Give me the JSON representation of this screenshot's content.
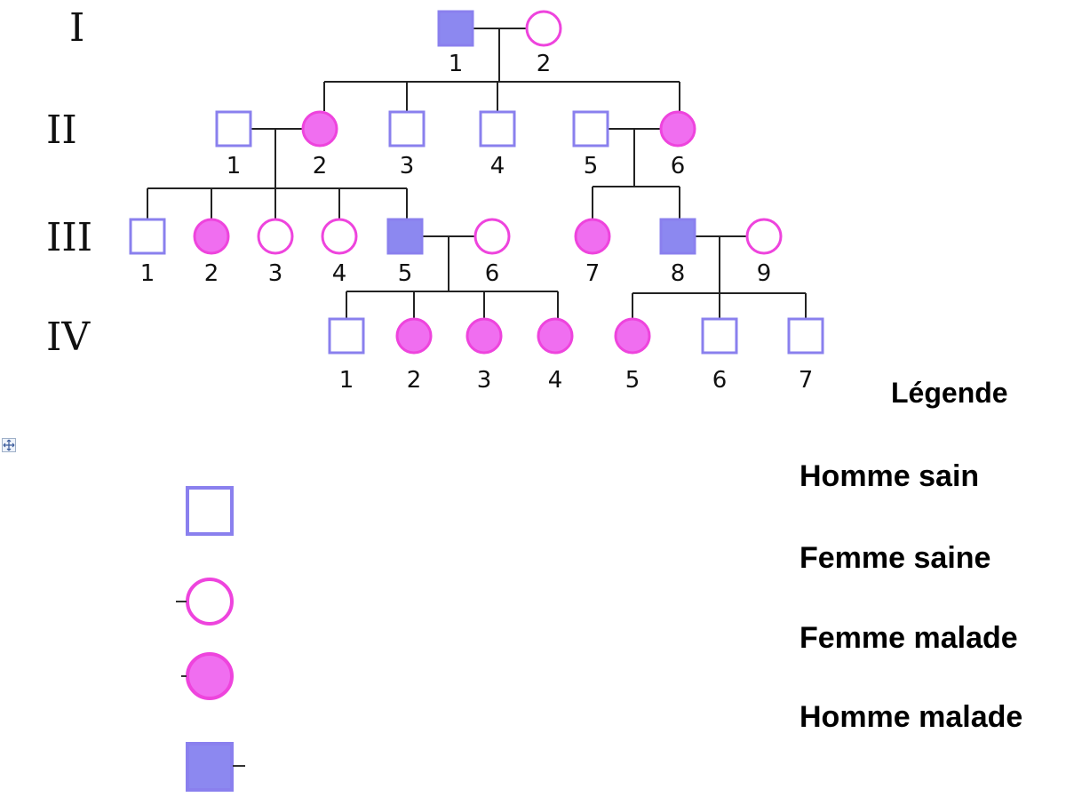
{
  "generations": [
    "I",
    "II",
    "III",
    "IV"
  ],
  "colors": {
    "male_outline": "#8a80ee",
    "male_fill": "#8c88f0",
    "female_outline": "#ee44dd",
    "female_fill": "#f06ef0",
    "line": "#222222"
  },
  "individuals": [
    {
      "gen": "I",
      "num": "1",
      "sex": "male",
      "affected": true
    },
    {
      "gen": "I",
      "num": "2",
      "sex": "female",
      "affected": false
    },
    {
      "gen": "II",
      "num": "1",
      "sex": "male",
      "affected": false
    },
    {
      "gen": "II",
      "num": "2",
      "sex": "female",
      "affected": true
    },
    {
      "gen": "II",
      "num": "3",
      "sex": "male",
      "affected": false
    },
    {
      "gen": "II",
      "num": "4",
      "sex": "male",
      "affected": false
    },
    {
      "gen": "II",
      "num": "5",
      "sex": "male",
      "affected": false
    },
    {
      "gen": "II",
      "num": "6",
      "sex": "female",
      "affected": true
    },
    {
      "gen": "III",
      "num": "1",
      "sex": "male",
      "affected": false
    },
    {
      "gen": "III",
      "num": "2",
      "sex": "female",
      "affected": true
    },
    {
      "gen": "III",
      "num": "3",
      "sex": "female",
      "affected": false
    },
    {
      "gen": "III",
      "num": "4",
      "sex": "female",
      "affected": false
    },
    {
      "gen": "III",
      "num": "5",
      "sex": "male",
      "affected": true
    },
    {
      "gen": "III",
      "num": "6",
      "sex": "female",
      "affected": false
    },
    {
      "gen": "III",
      "num": "7",
      "sex": "female",
      "affected": true
    },
    {
      "gen": "III",
      "num": "8",
      "sex": "male",
      "affected": true
    },
    {
      "gen": "III",
      "num": "9",
      "sex": "female",
      "affected": false
    },
    {
      "gen": "IV",
      "num": "1",
      "sex": "male",
      "affected": false
    },
    {
      "gen": "IV",
      "num": "2",
      "sex": "female",
      "affected": true
    },
    {
      "gen": "IV",
      "num": "3",
      "sex": "female",
      "affected": true
    },
    {
      "gen": "IV",
      "num": "4",
      "sex": "female",
      "affected": true
    },
    {
      "gen": "IV",
      "num": "5",
      "sex": "female",
      "affected": true
    },
    {
      "gen": "IV",
      "num": "6",
      "sex": "male",
      "affected": false
    },
    {
      "gen": "IV",
      "num": "7",
      "sex": "male",
      "affected": false
    }
  ],
  "legend": {
    "title": "Légende",
    "items": [
      {
        "label": "Homme sain",
        "sex": "male",
        "affected": false
      },
      {
        "label": "Femme saine",
        "sex": "female",
        "affected": false
      },
      {
        "label": "Femme malade",
        "sex": "female",
        "affected": true
      },
      {
        "label": "Homme malade",
        "sex": "male",
        "affected": true
      }
    ]
  }
}
